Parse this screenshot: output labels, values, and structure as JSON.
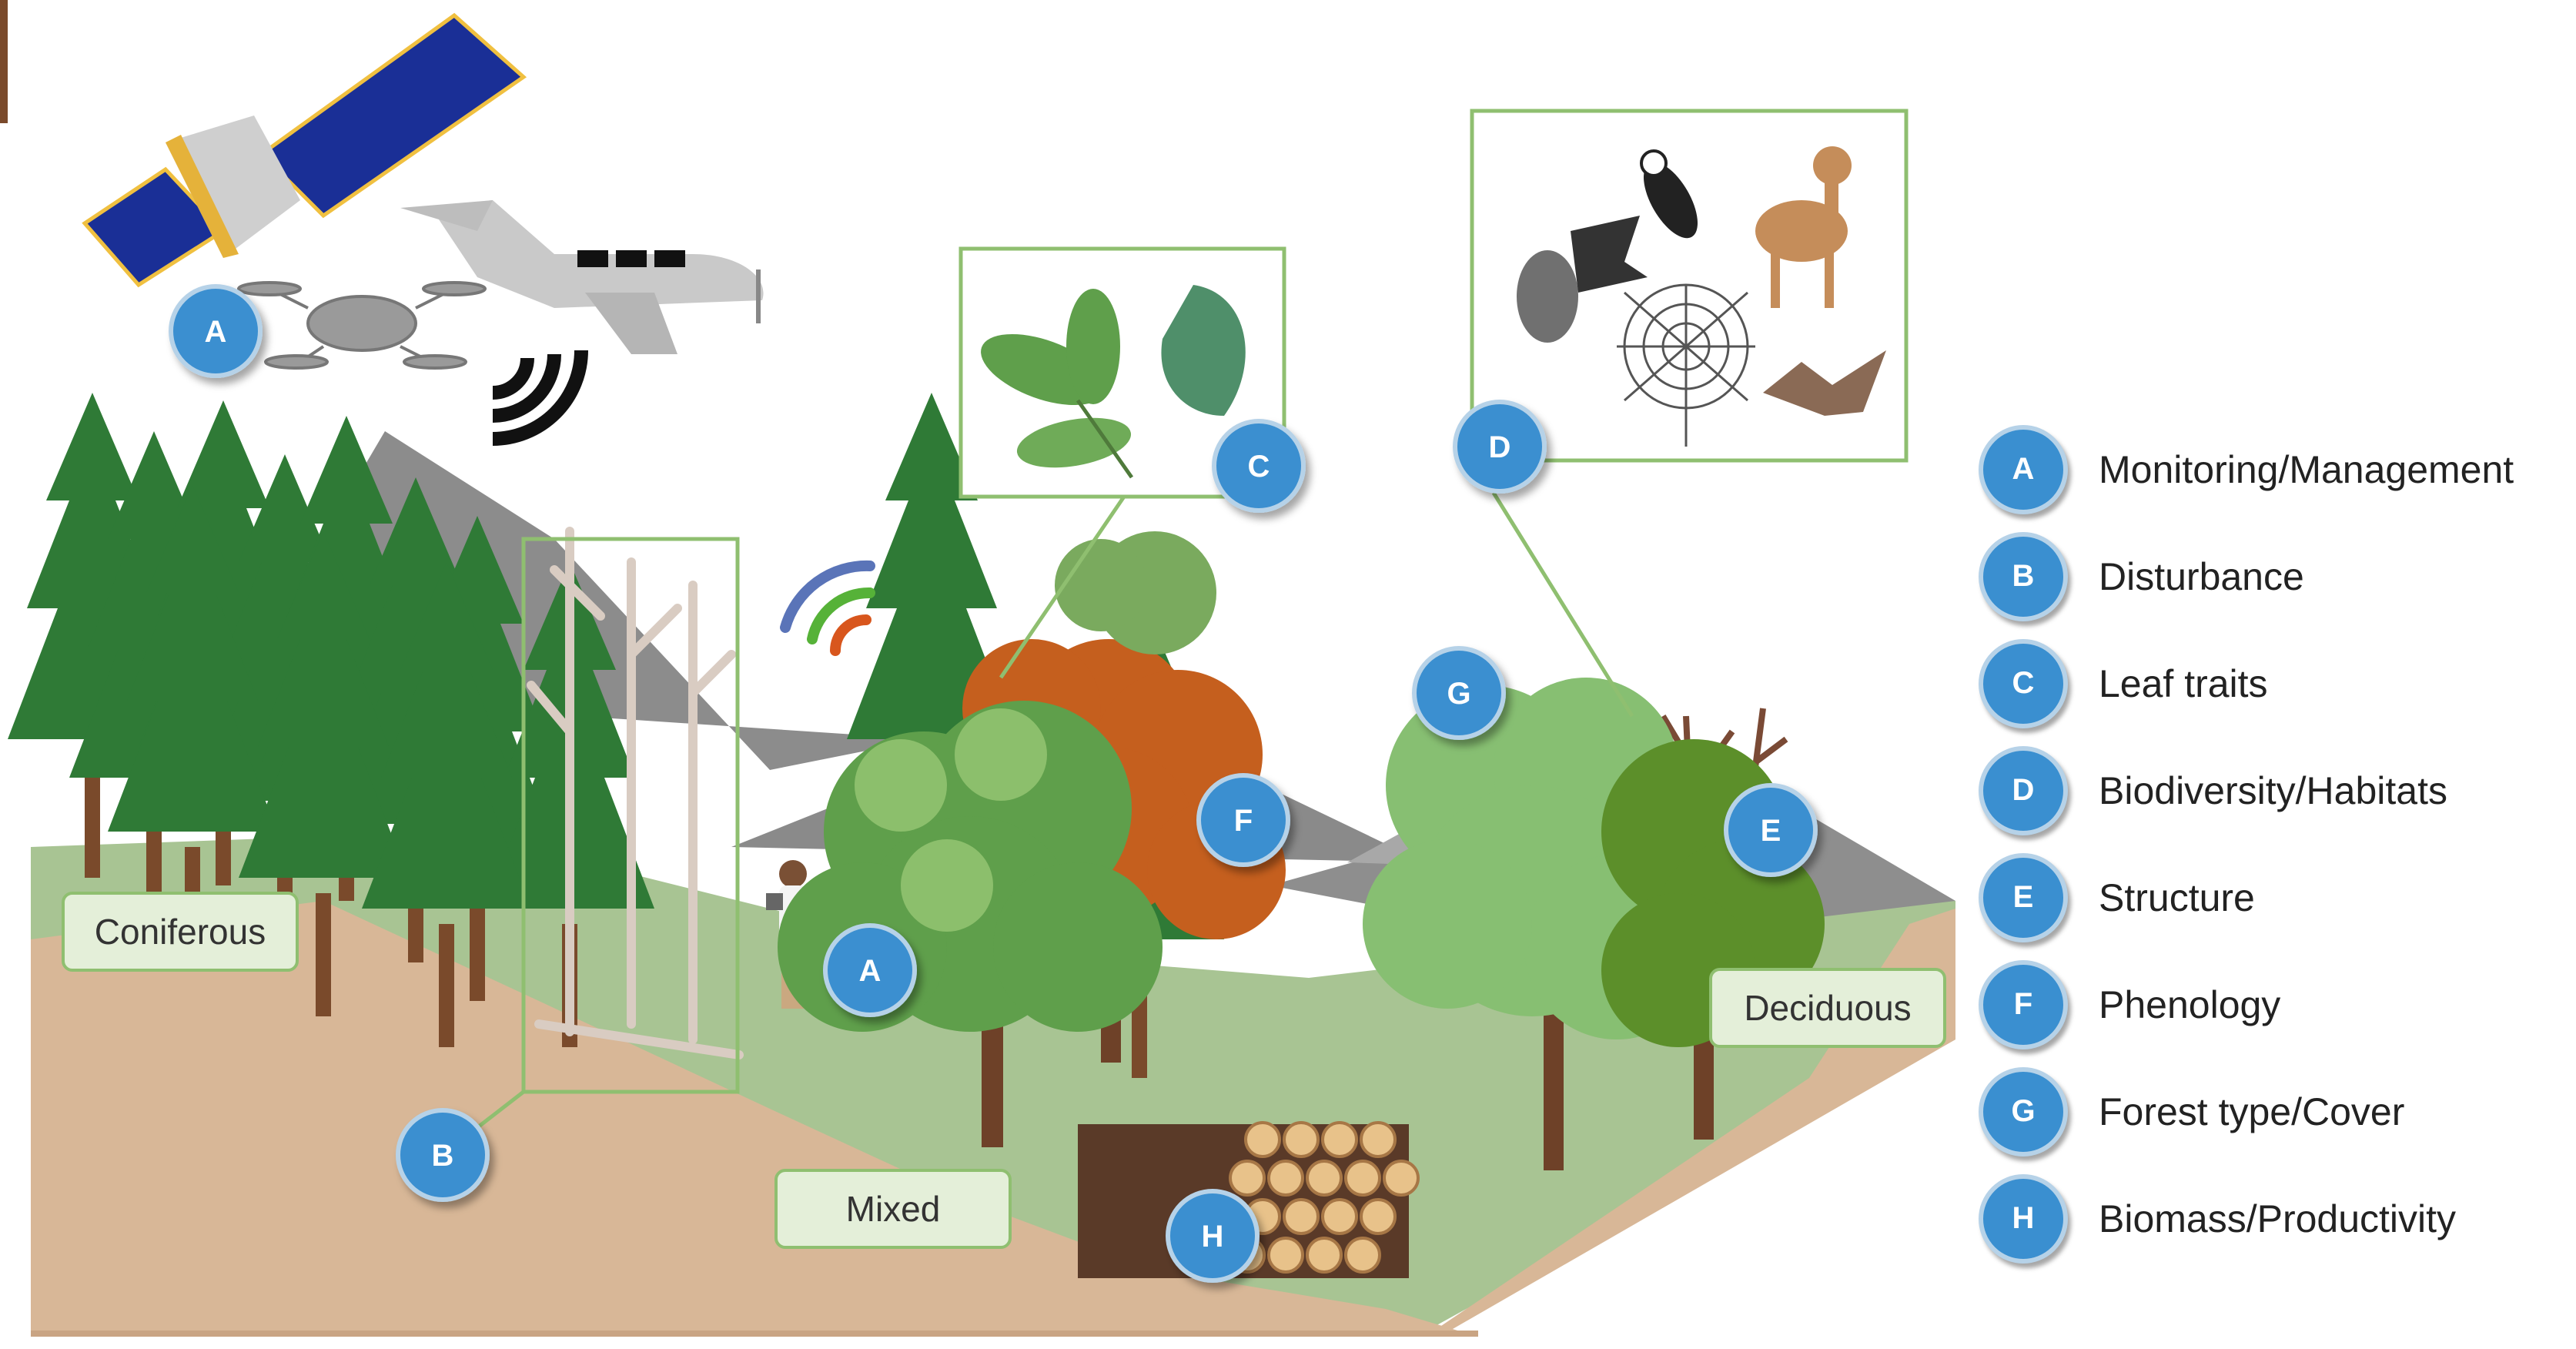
{
  "badge_color": "#3a8fd0",
  "labels": {
    "coniferous": "Coniferous",
    "mixed": "Mixed",
    "deciduous": "Deciduous"
  },
  "badges": {
    "a": "A",
    "b": "B",
    "c": "C",
    "d": "D",
    "e": "E",
    "f": "F",
    "g": "G",
    "h": "H"
  },
  "legend": [
    {
      "letter": "A",
      "text": "Monitoring/Management"
    },
    {
      "letter": "B",
      "text": "Disturbance"
    },
    {
      "letter": "C",
      "text": "Leaf traits"
    },
    {
      "letter": "D",
      "text": "Biodiversity/Habitats"
    },
    {
      "letter": "E",
      "text": "Structure"
    },
    {
      "letter": "F",
      "text": "Phenology"
    },
    {
      "letter": "G",
      "text": "Forest type/Cover"
    },
    {
      "letter": "H",
      "text": "Biomass/Productivity"
    }
  ]
}
